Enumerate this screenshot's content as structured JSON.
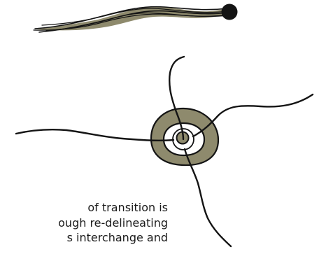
{
  "figure": {
    "ink_color": "#141414",
    "fill_color": "#8e8a6d",
    "background": "#ffffff"
  },
  "caption": {
    "lines": [
      "of transition is",
      "ough re-delineating",
      "s interchange and"
    ]
  }
}
